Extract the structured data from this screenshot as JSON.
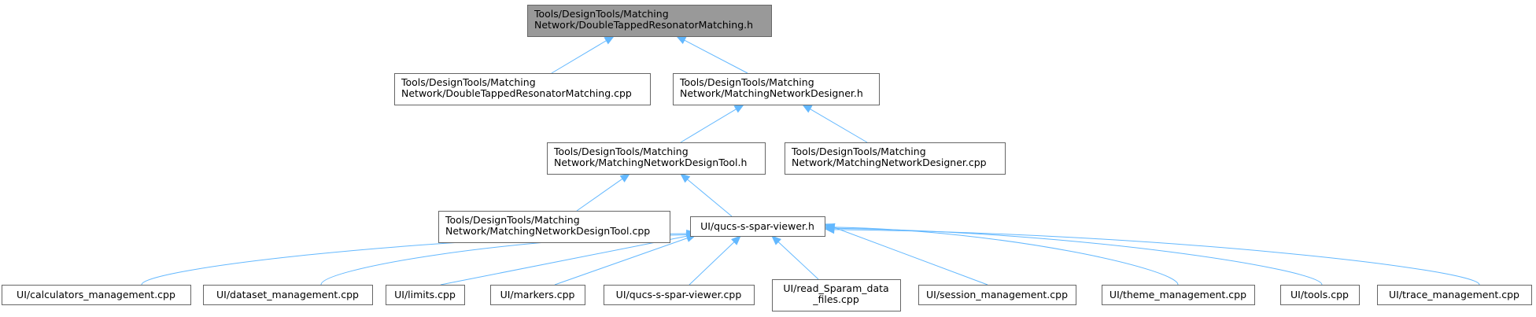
{
  "colors": {
    "edge": "#63b8ff",
    "node_border": "#666666",
    "root_fill": "#999999",
    "node_fill": "#ffffff"
  },
  "nodes": {
    "root": [
      "Tools/DesignTools/Matching",
      "Network/DoubleTappedResonatorMatching.h"
    ],
    "dtrm_cpp": [
      "Tools/DesignTools/Matching",
      "Network/DoubleTappedResonatorMatching.cpp"
    ],
    "mnd_h": [
      "Tools/DesignTools/Matching",
      "Network/MatchingNetworkDesigner.h"
    ],
    "mndt_h": [
      "Tools/DesignTools/Matching",
      "Network/MatchingNetworkDesignTool.h"
    ],
    "mnd_cpp": [
      "Tools/DesignTools/Matching",
      "Network/MatchingNetworkDesigner.cpp"
    ],
    "mndt_cpp": [
      "Tools/DesignTools/Matching",
      "Network/MatchingNetworkDesignTool.cpp"
    ],
    "viewer_h": [
      "UI/qucs-s-spar-viewer.h"
    ],
    "calc": [
      "UI/calculators_management.cpp"
    ],
    "dataset": [
      "UI/dataset_management.cpp"
    ],
    "limits": [
      "UI/limits.cpp"
    ],
    "markers": [
      "UI/markers.cpp"
    ],
    "viewer_cpp": [
      "UI/qucs-s-spar-viewer.cpp"
    ],
    "read_sparam": [
      "UI/read_Sparam_data",
      "_files.cpp"
    ],
    "session": [
      "UI/session_management.cpp"
    ],
    "theme": [
      "UI/theme_management.cpp"
    ],
    "tools": [
      "UI/tools.cpp"
    ],
    "trace": [
      "UI/trace_management.cpp"
    ]
  },
  "edges": [
    [
      "dtrm_cpp",
      "root"
    ],
    [
      "mnd_h",
      "root"
    ],
    [
      "mndt_h",
      "mnd_h"
    ],
    [
      "mnd_cpp",
      "mnd_h"
    ],
    [
      "mndt_cpp",
      "mndt_h"
    ],
    [
      "viewer_h",
      "mndt_h"
    ],
    [
      "calc",
      "viewer_h"
    ],
    [
      "dataset",
      "viewer_h"
    ],
    [
      "limits",
      "viewer_h"
    ],
    [
      "markers",
      "viewer_h"
    ],
    [
      "viewer_cpp",
      "viewer_h"
    ],
    [
      "read_sparam",
      "viewer_h"
    ],
    [
      "session",
      "viewer_h"
    ],
    [
      "theme",
      "viewer_h"
    ],
    [
      "tools",
      "viewer_h"
    ],
    [
      "trace",
      "viewer_h"
    ]
  ]
}
